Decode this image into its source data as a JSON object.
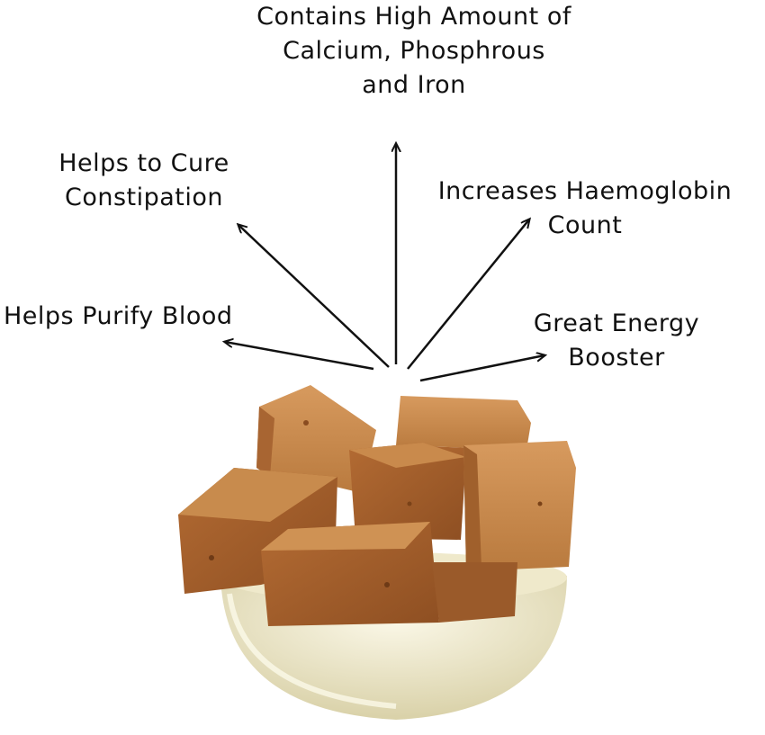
{
  "labels": {
    "minerals": [
      "Contains High Amount of",
      "Calcium, Phosphrous",
      "and Iron"
    ],
    "constipation": [
      "Helps to Cure",
      "Constipation"
    ],
    "haemoglobin": [
      "Increases Haemoglobin",
      "Count"
    ],
    "purify": [
      "Helps Purify Blood"
    ],
    "energy": [
      "Great Energy",
      "Booster"
    ]
  },
  "colors": {
    "text": "#111111",
    "arrow": "#111111",
    "jaggery": "#b4703a",
    "bowl": "#ece6c6"
  }
}
